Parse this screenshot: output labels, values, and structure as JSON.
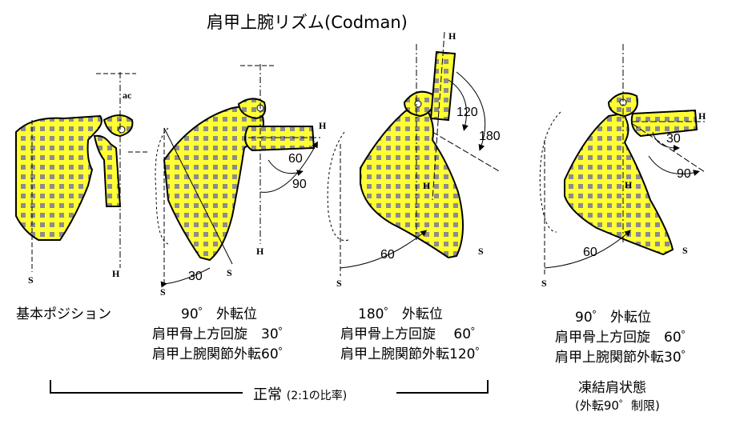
{
  "title": "肩甲上腕リズム(Codman)",
  "panels": [
    {
      "caption": [
        "基本ポジション"
      ],
      "labels": {
        "ac": "ac",
        "s": "S",
        "h": "H"
      }
    },
    {
      "caption": [
        "90゜ 外転位",
        "肩甲骨上方回旋　30゜",
        "肩甲上腕関節外転60゜"
      ],
      "labels": {
        "h_top": "H",
        "h_bottom": "H",
        "s1": "S",
        "s2": "S"
      },
      "angles": [
        "60",
        "90",
        "30"
      ]
    },
    {
      "caption": [
        "180゜ 外転位",
        "肩甲骨上方回旋　 60゜",
        "肩甲上腕関節外転120゜"
      ],
      "labels": {
        "h_top": "H",
        "h_mid": "H",
        "s1": "S",
        "s2": "S"
      },
      "angles": [
        "120",
        "180",
        "60"
      ]
    },
    {
      "caption": [
        "90゜ 外転位",
        "肩甲骨上方回旋　60゜",
        "肩甲上腕関節外転30゜"
      ],
      "labels": {
        "h": "H",
        "h_mid": "H",
        "s1": "S",
        "s2": "S"
      },
      "angles": [
        "30",
        "90",
        "60"
      ]
    }
  ],
  "normal_label": "正常",
  "normal_ratio": "(2:1の比率)",
  "frozen_label": "凍結肩状態",
  "frozen_sub": "(外転90゜制限)",
  "colors": {
    "bone": "#ffff33",
    "hatch": "#8c8c8c"
  }
}
